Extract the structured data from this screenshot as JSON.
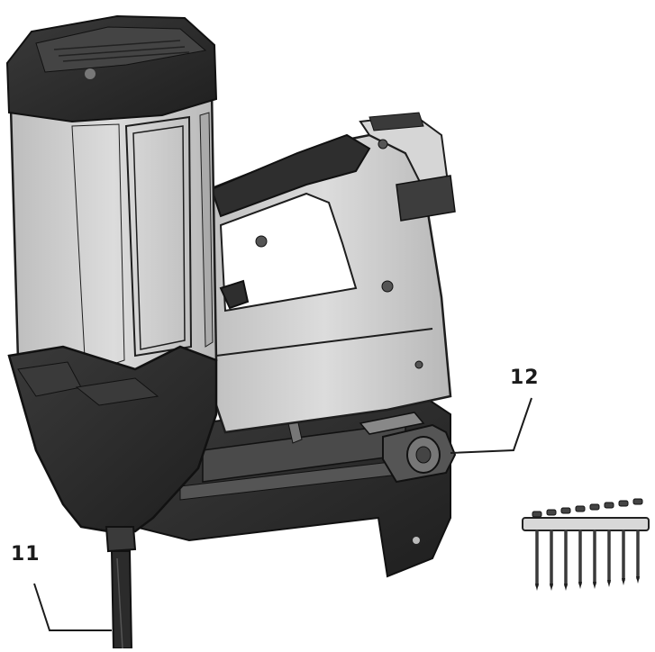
{
  "figure": {
    "callouts": [
      {
        "id": "11",
        "label": "11"
      },
      {
        "id": "12",
        "label": "12"
      }
    ],
    "colors": {
      "housing_grey": "#cfcfcf",
      "dark_rubber": "#2f2f2f",
      "outline": "#1e1e1e",
      "accent_dark": "#3c3c3c"
    }
  }
}
